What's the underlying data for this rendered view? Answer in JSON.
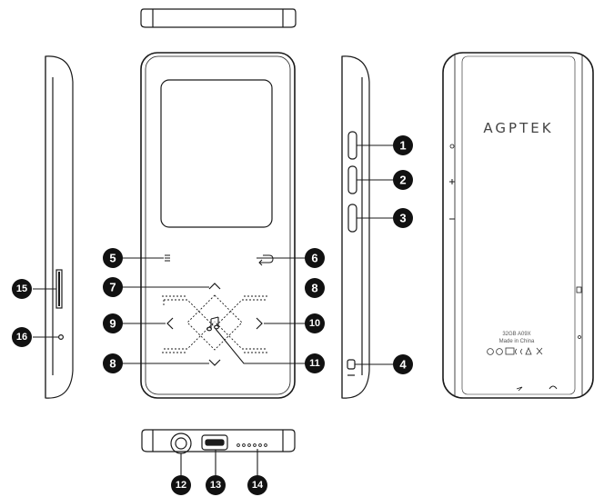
{
  "device": {
    "brand": "AGPTEK",
    "model_line": "32GB  A09X",
    "origin_line": "Made  in  China"
  },
  "callouts": [
    {
      "number": "1"
    },
    {
      "number": "2"
    },
    {
      "number": "3"
    },
    {
      "number": "4"
    },
    {
      "number": "5"
    },
    {
      "number": "6"
    },
    {
      "number": "7"
    },
    {
      "number": "8"
    },
    {
      "number": "8"
    },
    {
      "number": "9"
    },
    {
      "number": "10"
    },
    {
      "number": "11"
    },
    {
      "number": "12"
    },
    {
      "number": "13"
    },
    {
      "number": "14"
    },
    {
      "number": "15"
    },
    {
      "number": "16"
    }
  ],
  "colors": {
    "line": "#1a1a1a",
    "callout_fill": "#111111",
    "callout_text": "#ffffff"
  }
}
